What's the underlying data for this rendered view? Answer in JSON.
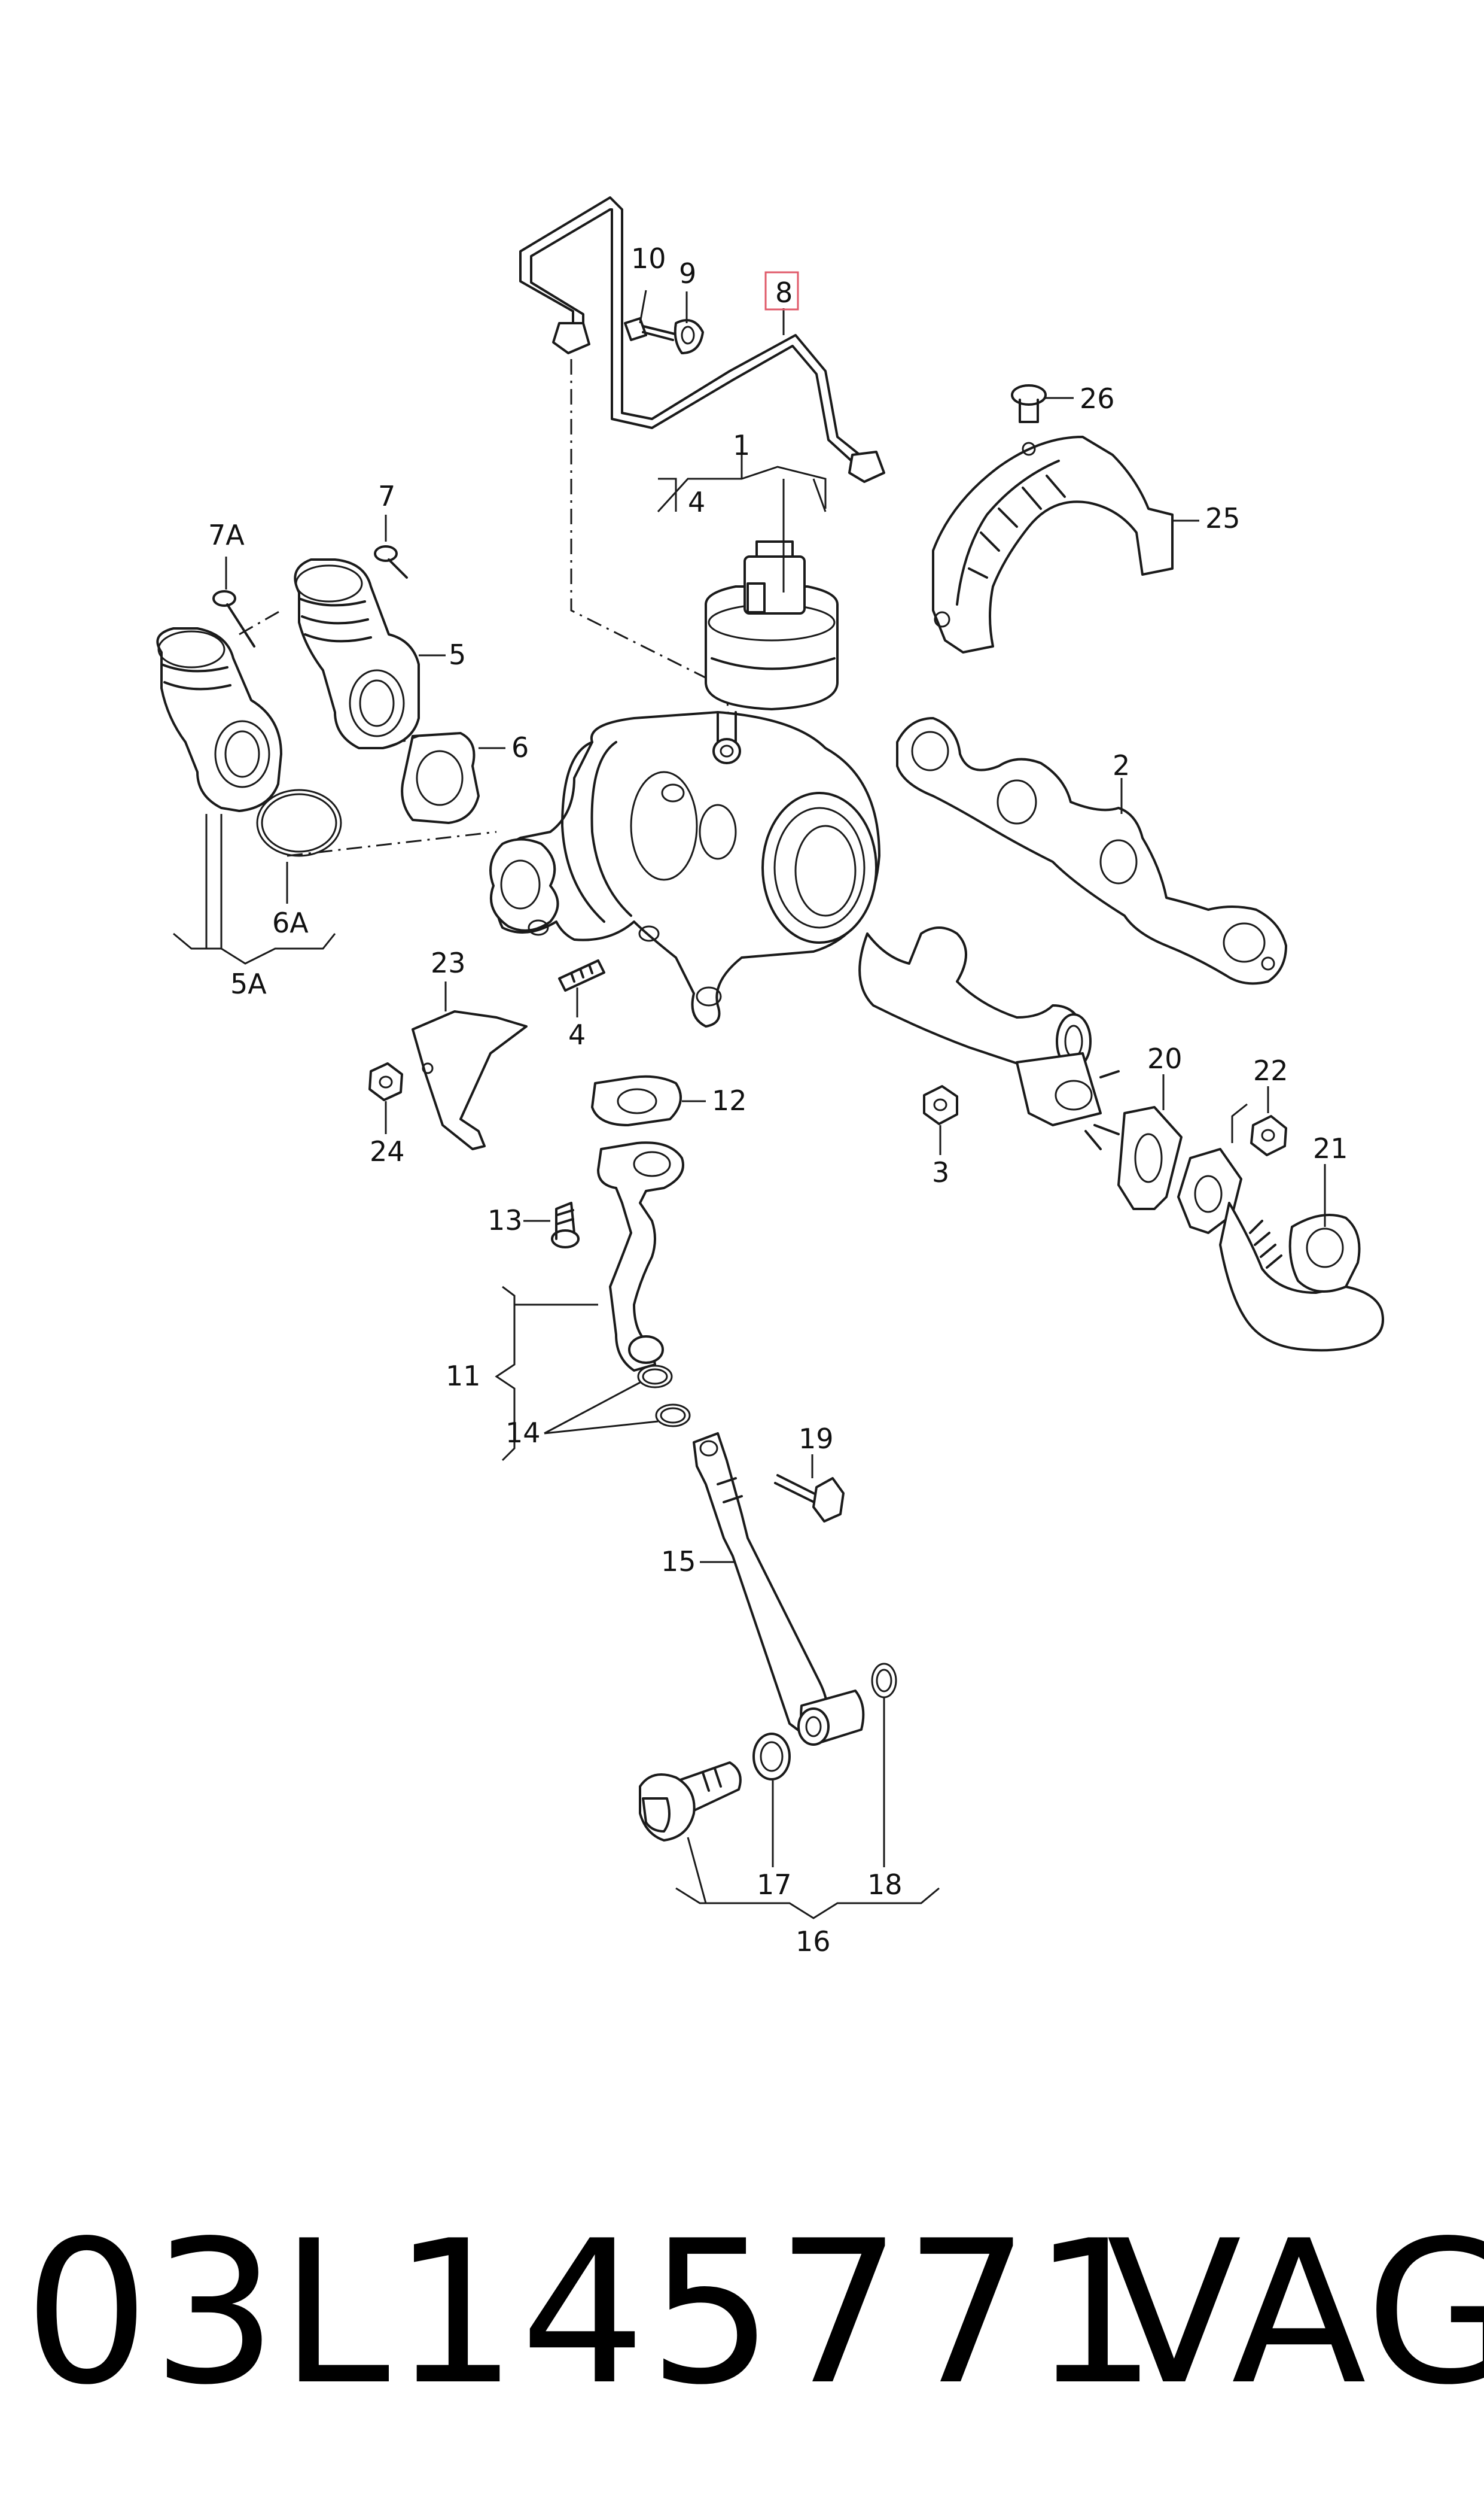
{
  "callouts": {
    "c1": "1",
    "c2": "2",
    "c3": "3",
    "c4a": "4",
    "c4b": "4",
    "c5": "5",
    "c5A": "5A",
    "c6": "6",
    "c6A": "6A",
    "c7": "7",
    "c7A": "7A",
    "c8": "8",
    "c9": "9",
    "c10": "10",
    "c11": "11",
    "c12": "12",
    "c13": "13",
    "c14": "14",
    "c15": "15",
    "c16": "16",
    "c17": "17",
    "c18": "18",
    "c19": "19",
    "c20": "20",
    "c21": "21",
    "c22": "22",
    "c23": "23",
    "c24": "24",
    "c25": "25",
    "c26": "26"
  },
  "highlight_color": "#e05a6a",
  "footer": {
    "part_number": "03L145771",
    "brand": "VAG"
  }
}
